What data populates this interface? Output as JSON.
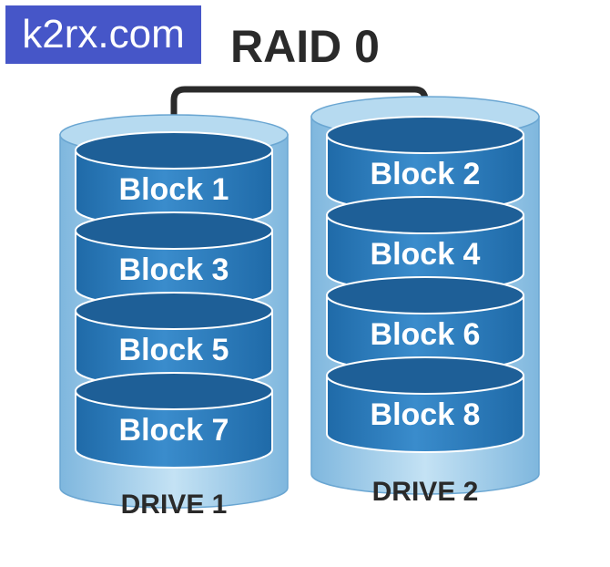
{
  "watermark": {
    "text": "k2rx.com"
  },
  "title": "RAID 0",
  "colors": {
    "shell": "#9dcbe8",
    "block": "#2e7fbf",
    "block_top": "#1e5f97",
    "block_text": "#ffffff",
    "connector": "#2a2a2a",
    "watermark_bg": "#4656c8"
  },
  "drives": [
    {
      "label": "DRIVE 1",
      "blocks": [
        "Block 1",
        "Block 3",
        "Block 5",
        "Block 7"
      ]
    },
    {
      "label": "DRIVE 2",
      "blocks": [
        "Block 2",
        "Block 4",
        "Block 6",
        "Block 8"
      ]
    }
  ]
}
